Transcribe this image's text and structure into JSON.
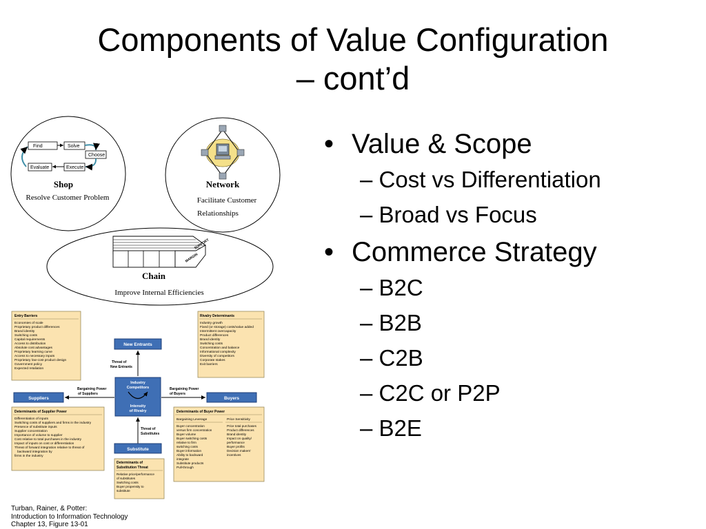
{
  "title": {
    "line1": "Components of Value Configuration",
    "line2": "– cont’d"
  },
  "bullets": [
    {
      "text": "Value & Scope",
      "sub": [
        "– Cost vs Differentiation",
        "– Broad vs Focus"
      ]
    },
    {
      "text": "Commerce Strategy",
      "sub": [
        "– B2C",
        "– B2B",
        "– C2B",
        "– C2C or P2P",
        "– B2E"
      ]
    }
  ],
  "bullet_symbol": "•",
  "shop": {
    "title": "Shop",
    "caption": "Resolve Customer Problem",
    "boxes": {
      "find": "Find",
      "solve": "Solve",
      "choose": "Choose",
      "evaluate": "Evaluate",
      "execute": "Execute"
    }
  },
  "network": {
    "title": "Network",
    "caption_line1": "Facilitate Customer",
    "caption_line2": "Relationships"
  },
  "chain": {
    "title": "Chain",
    "caption": "Improve Internal Efficiencies",
    "arrow_labels": [
      "SUPPORT",
      "MARGIN"
    ]
  },
  "porter": {
    "entry_barriers": {
      "title": "Entry Barriers",
      "items": [
        "Economies of scale",
        "Proprietary product differences",
        "Brand identity",
        "Switching costs",
        "Capital requirements",
        "Access to distribution",
        "Absolute cost advantages",
        "Proprietary learning curve",
        "Access to necessary inputs",
        "Proprietary low-cost product design",
        "Government policy",
        "Expected retaliation"
      ]
    },
    "rivalry": {
      "title": "Rivalry Determinants",
      "items": [
        "Industry growth",
        "Fixed (or storage) costs/value added",
        "Intermittent overcapacity",
        "Product differences",
        "Brand identity",
        "Switching costs",
        "Concentration and balance",
        "Informational complexity",
        "Diversity of competitors",
        "Corporate stakes",
        "Exit barriers"
      ]
    },
    "new_entrants": "New Entrants",
    "threat_new": [
      "Threat of",
      "New Entrants"
    ],
    "center": {
      "top1": "Industry",
      "top2": "Competitors",
      "bottom1": "Intensity",
      "bottom2": "of Rivalry"
    },
    "bp_suppliers": [
      "Bargaining Power",
      "of Suppliers"
    ],
    "bp_buyers": [
      "Bargaining Power",
      "of Buyers"
    ],
    "suppliers": "Suppliers",
    "buyers": "Buyers",
    "threat_sub": [
      "Threat of",
      "Substitutes"
    ],
    "substitute": "Substitute",
    "supplier_power": {
      "title": "Determinants of Supplier Power",
      "items": [
        "Differentiation of inputs",
        "Switching costs of suppliers and firms in the industry",
        "Presence of substitute inputs",
        "Supplier concentration",
        "Importance of volume to supplier",
        "Cost relative to total purchases in the industry",
        "Impact of inputs on cost or differentiation",
        "Threat of forward integration relative to threat of",
        "backward integration by",
        "firms in the industry"
      ]
    },
    "buyer_power": {
      "title": "Determinants of Buyer Power",
      "col1_title": "Bargaining Leverage",
      "col1": [
        "Buyer concentration",
        "versus firm concentration",
        "Buyer volume",
        "Buyer switching costs",
        "relative to firm",
        "switching costs",
        "Buyer information",
        "Ability to backward",
        "integrate",
        "Substitute products",
        "Pull-through"
      ],
      "col2_title": "Price Sensitivity",
      "col2": [
        "Price total purchases",
        "Product differences",
        "Brand identity",
        "Impact on quality/",
        "performance",
        "Buyer profits",
        "Decision makers’",
        "incentives"
      ]
    },
    "sub_threat": {
      "title1": "Determinants of",
      "title2": "Substitution Threat",
      "items": [
        "Relative price/performance",
        "of substitutes",
        "Switching costs",
        "Buyer propensity to",
        "substitute"
      ]
    }
  },
  "citation": [
    "Turban, Rainer, & Potter:",
    "Introduction to Information Technology",
    "Chapter 13, Figure 13-01"
  ],
  "colors": {
    "box_fill": "#fbe3b0",
    "box_border": "#9a8a5a",
    "blue": "#3f6fb5",
    "blue_border": "#1f3f78"
  }
}
